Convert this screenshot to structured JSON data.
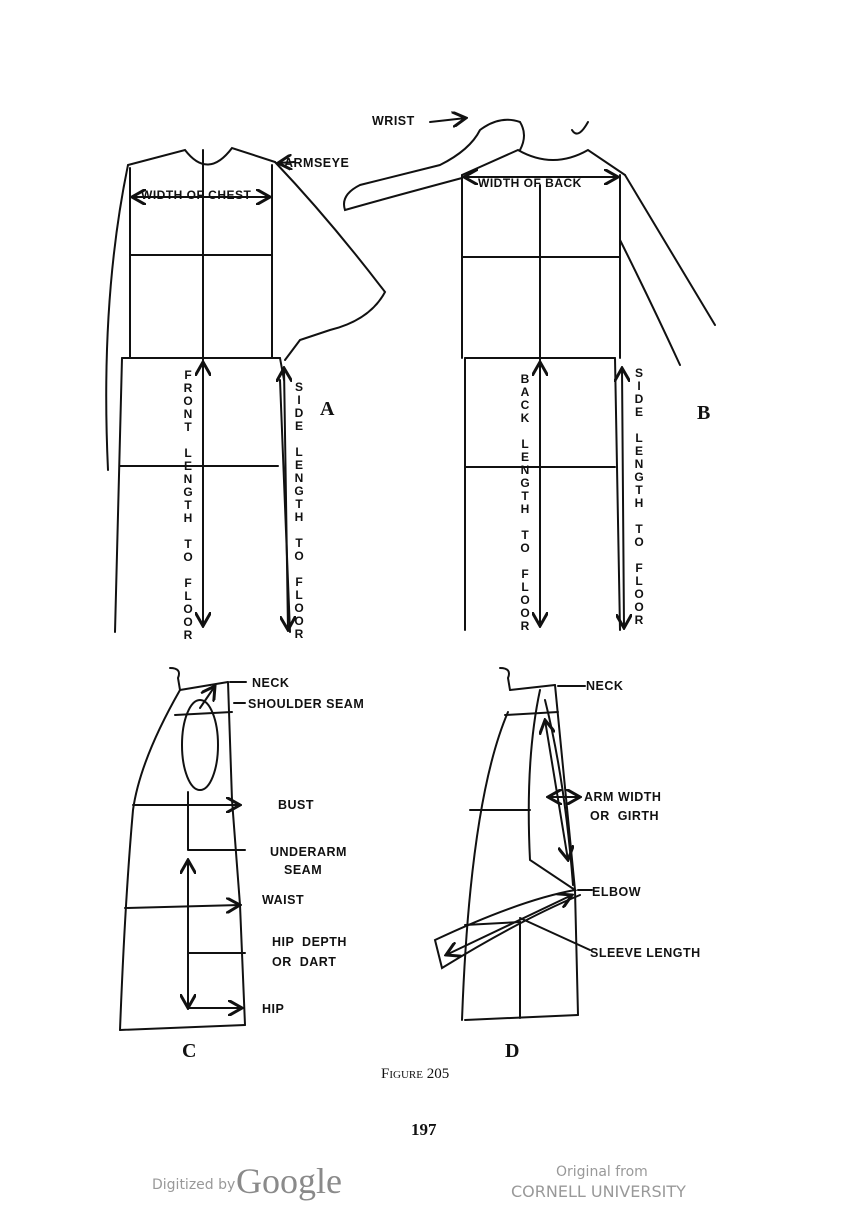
{
  "figure_a": {
    "letter": "A",
    "labels": {
      "armseye": "ARMSEYE",
      "width_of_chest": "WIDTH OF CHEST",
      "front_length": "FRONT LENGTH TO FLOOR",
      "side_length": "SIDE LENGTH TO FLOOR"
    }
  },
  "figure_b": {
    "letter": "B",
    "labels": {
      "wrist": "WRIST",
      "width_of_back": "WIDTH OF BACK",
      "back_length": "BACK LENGTH TO FLOOR",
      "side_length": "SIDE LENGTH TO FLOOR"
    }
  },
  "figure_c": {
    "letter": "C",
    "labels": {
      "neck": "NECK",
      "shoulder_seam": "SHOULDER SEAM",
      "bust": "BUST",
      "underarm_seam_1": "UNDERARM",
      "underarm_seam_2": "SEAM",
      "waist": "WAIST",
      "hip_depth_1": "HIP  DEPTH",
      "hip_depth_2": "OR  DART",
      "hip": "HIP"
    }
  },
  "figure_d": {
    "letter": "D",
    "labels": {
      "neck": "NECK",
      "arm_width_1": "ARM WIDTH",
      "arm_width_2": "OR  GIRTH",
      "elbow": "ELBOW",
      "sleeve_length": "SLEEVE LENGTH"
    }
  },
  "caption": "Figure 205",
  "page_number": "197",
  "footer": {
    "digitized_by": "Digitized by",
    "google": "Google",
    "original_from": "Original from",
    "institution": "CORNELL UNIVERSITY"
  }
}
